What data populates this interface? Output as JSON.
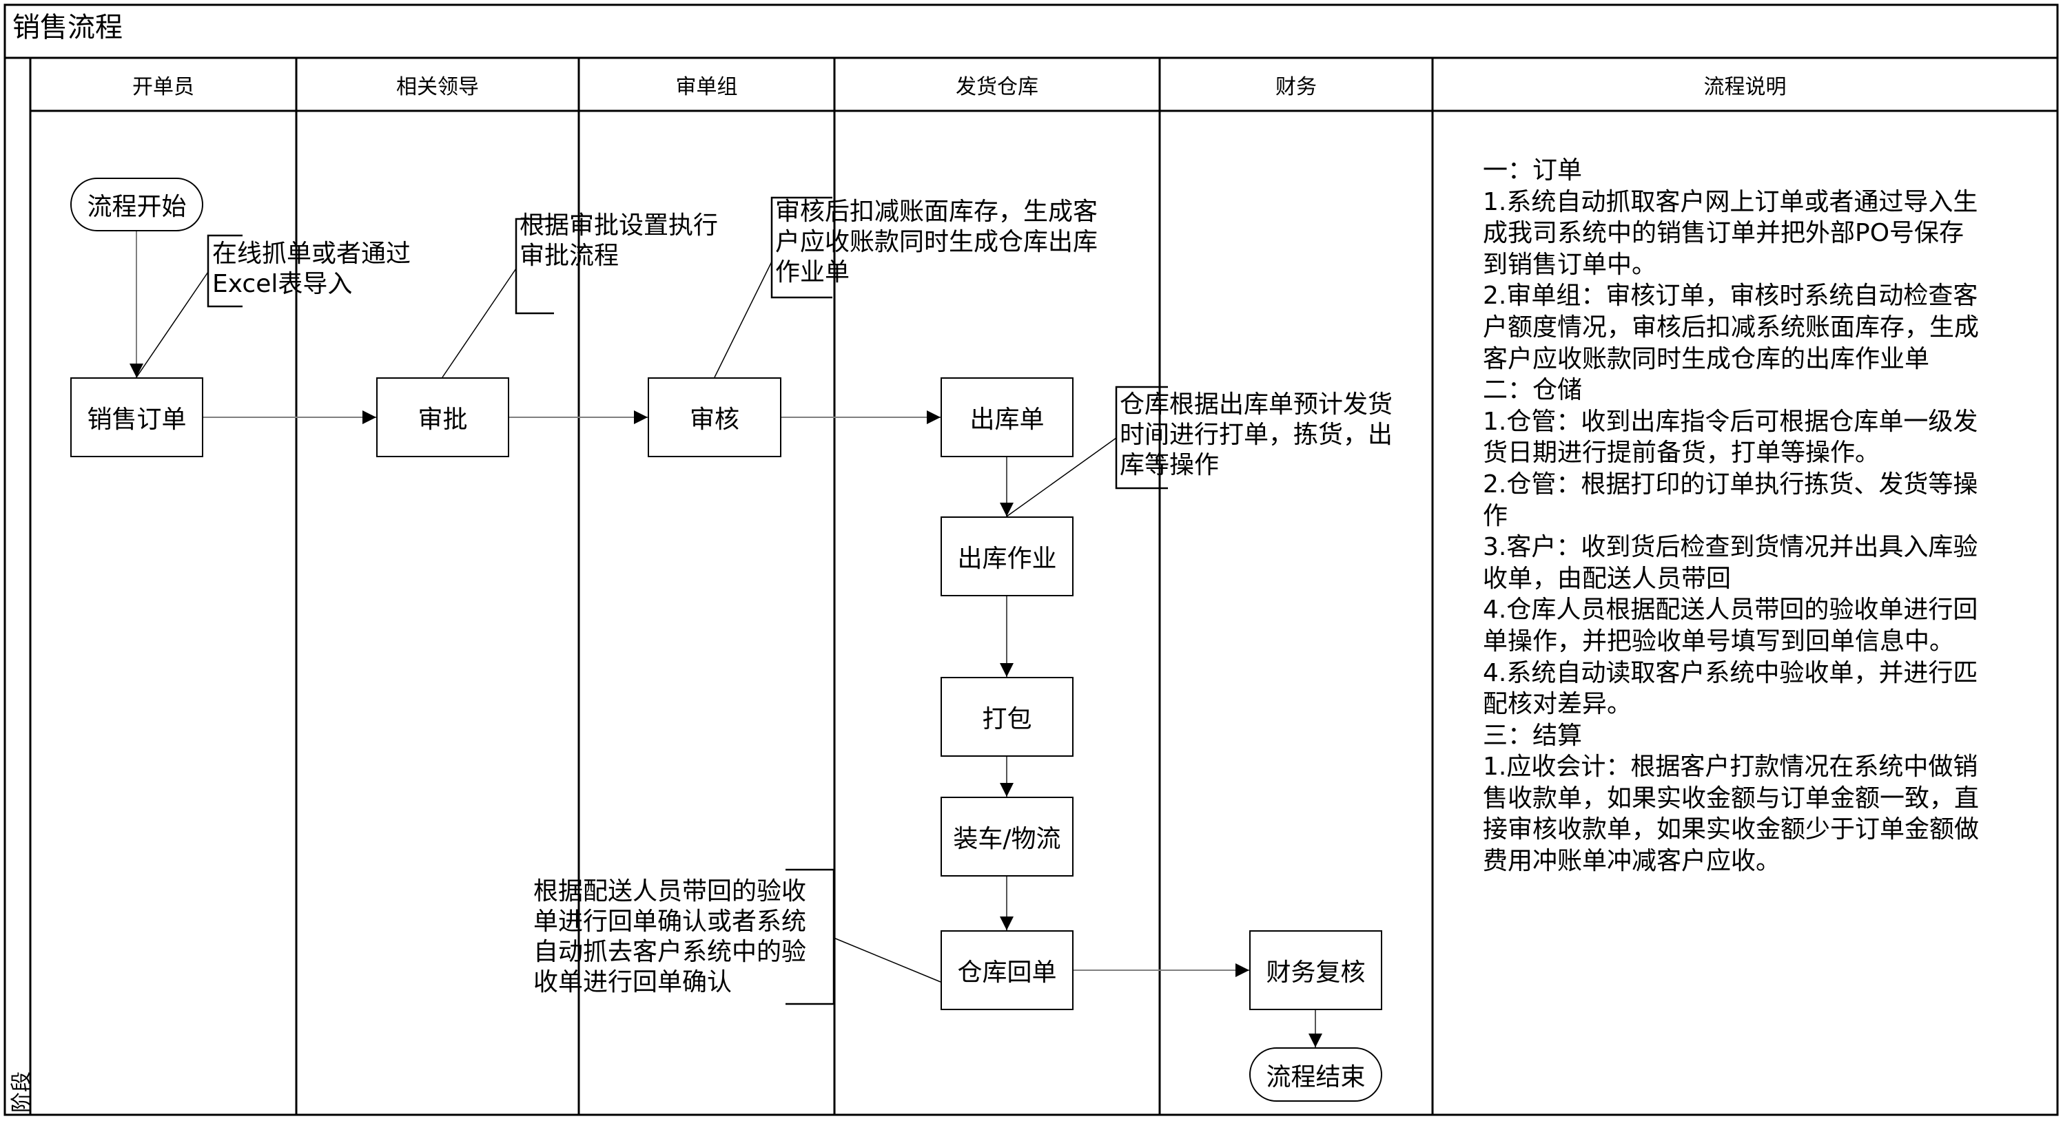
{
  "title": "销售流程",
  "stage_label": "阶段",
  "lanes": [
    {
      "id": "kaidanyuan",
      "label": "开单员"
    },
    {
      "id": "lingdao",
      "label": "相关领导"
    },
    {
      "id": "shendanzu",
      "label": "审单组"
    },
    {
      "id": "cangku",
      "label": "发货仓库"
    },
    {
      "id": "caiwu",
      "label": "财务"
    },
    {
      "id": "shuoming",
      "label": "流程说明"
    }
  ],
  "nodes": {
    "start": "流程开始",
    "sales_order": "销售订单",
    "approve": "审批",
    "review": "审核",
    "outbound_order": "出库单",
    "outbound_work": "出库作业",
    "pack": "打包",
    "ship": "装车/物流",
    "warehouse_receipt": "仓库回单",
    "finance_review": "财务复核",
    "end": "流程结束"
  },
  "notes": {
    "sales_order": "在线抓单或者通过\nExcel表导入",
    "approve": "根据审批设置执行\n审批流程",
    "review": "审核后扣减账面库存，生成客\n户应收账款同时生成仓库出库\n作业单",
    "outbound": "仓库根据出库单预计发货\n时间进行打单，拣货，出\n库等操作",
    "receipt": "根据配送人员带回的验收\n单进行回单确认或者系统\n自动抓去客户系统中的验\n收单进行回单确认"
  },
  "description": [
    "一：订单",
    "1.系统自动抓取客户网上订单或者通过导入生",
    "成我司系统中的销售订单并把外部PO号保存",
    "到销售订单中。",
    "2.审单组：审核订单，审核时系统自动检查客",
    "户额度情况，审核后扣减系统账面库存，生成",
    "客户应收账款同时生成仓库的出库作业单",
    "二：仓储",
    "1.仓管：收到出库指令后可根据仓库单一级发",
    "货日期进行提前备货，打单等操作。",
    "2.仓管：根据打印的订单执行拣货、发货等操",
    "作",
    "3.客户：收到货后检查到货情况并出具入库验",
    "收单，由配送人员带回",
    "4.仓库人员根据配送人员带回的验收单进行回",
    "单操作，并把验收单号填写到回单信息中。",
    "4.系统自动读取客户系统中验收单，并进行匹",
    "配核对差异。",
    "三：结算",
    "1.应收会计：根据客户打款情况在系统中做销",
    "售收款单，如果实收金额与订单金额一致，直",
    "接审核收款单，如果实收金额少于订单金额做",
    "费用冲账单冲减客户应收。"
  ],
  "colors": {
    "line": "#000000",
    "connector": "#7f7f7f",
    "background": "#ffffff"
  }
}
